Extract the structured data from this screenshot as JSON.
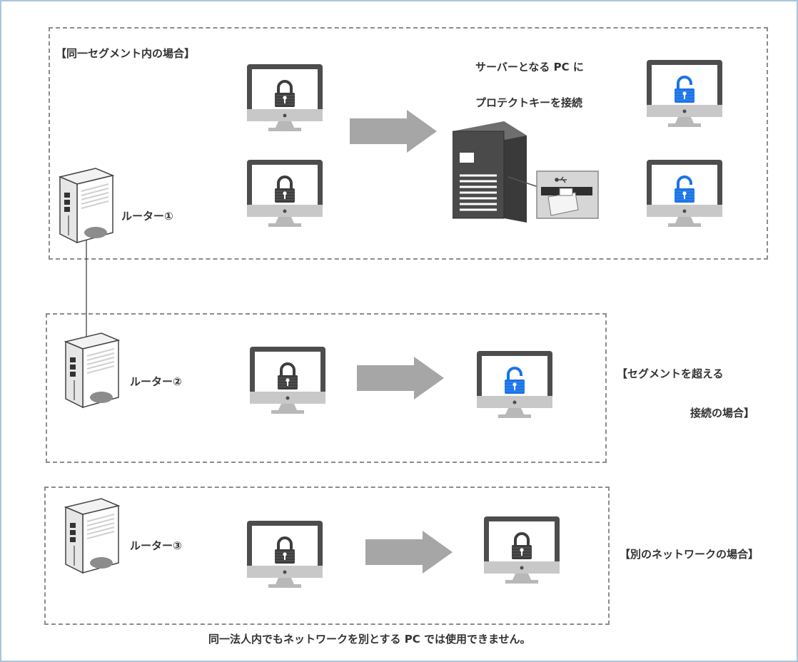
{
  "segments": {
    "same": {
      "title": "【同一セグメント内の場合】"
    },
    "cross": {
      "title_line1": "【セグメントを超える",
      "title_line2": "接続の場合】"
    },
    "other": {
      "title": "【別のネットワークの場合】"
    }
  },
  "routers": {
    "r1": "ルーター①",
    "r2": "ルーター②",
    "r3": "ルーター③"
  },
  "server_caption": {
    "line1": "サーバーとなる PC に",
    "line2": "プロテクトキーを接続"
  },
  "footer_note": "同一法人内でもネットワークを別とする PC では使用できません。",
  "colors": {
    "locked": "#3d3d3d",
    "unlocked": "#1a73e8",
    "arrow": "#a6a6a6",
    "dashed_border": "#8c8c8c"
  }
}
